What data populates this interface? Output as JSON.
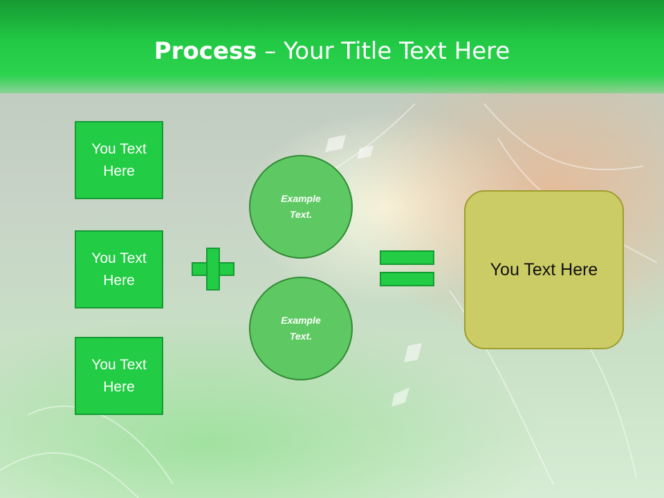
{
  "slide": {
    "title_bold": "Process",
    "title_rest": " – Your Title Text Here"
  },
  "inputs": [
    {
      "label": "You Text Here"
    },
    {
      "label": "You Text Here"
    },
    {
      "label": "You Text Here"
    }
  ],
  "circles": [
    {
      "label": "Example Text."
    },
    {
      "label": "Example Text."
    }
  ],
  "result": {
    "label": "You Text Here"
  },
  "colors": {
    "header_green": "#22cc44",
    "box_green": "#22cc44",
    "box_border": "#159a33",
    "circle_fill": "#5ec963",
    "result_fill": "#cccc66"
  }
}
